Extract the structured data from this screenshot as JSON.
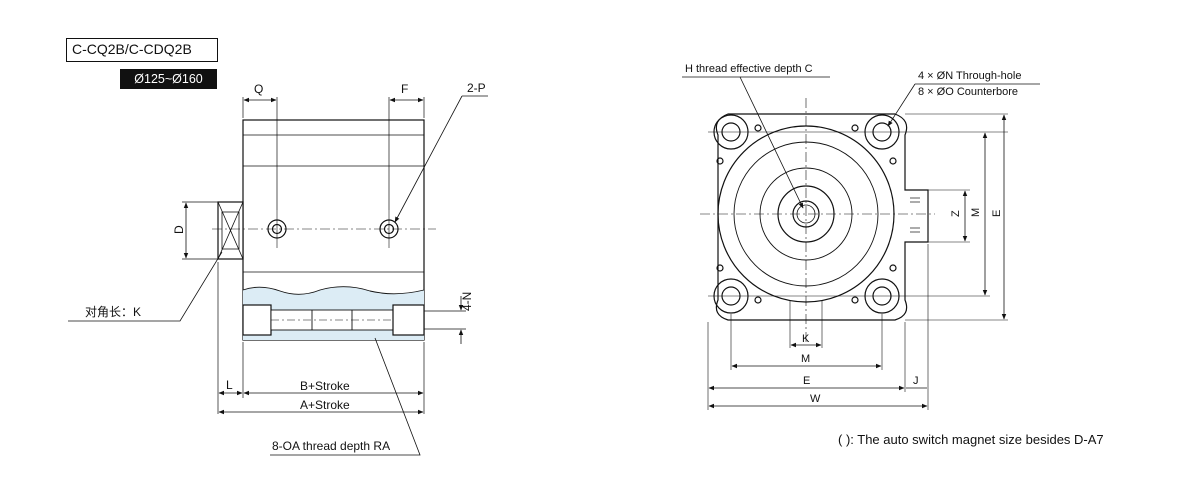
{
  "header": {
    "model": "C-CQ2B/C-CDQ2B",
    "bore_range": "Ø125~Ø160"
  },
  "side_view": {
    "labels": {
      "q": "Q",
      "f": "F",
      "two_p": "2-P",
      "d": "D",
      "four_n": "4-N",
      "diagonal_k": "对角长：K",
      "l": "L",
      "b_stroke": "B+Stroke",
      "a_stroke": "A+Stroke",
      "thread_oa": "8-OA thread depth RA"
    }
  },
  "front_view": {
    "labels": {
      "h_thread": "H thread effective depth C",
      "through_hole": "4 × ØN  Through-hole",
      "counterbore": "8 × ØO  Counterbore",
      "z": "Z",
      "m_right": "M",
      "e_right": "E",
      "k_bottom": "K",
      "m_bottom": "M",
      "e_bottom": "E",
      "j": "J",
      "w": "W"
    }
  },
  "footnote": "( ): The auto switch magnet size besides D-A7",
  "colors": {
    "line": "#111111",
    "magnet_fill": "#dcecf5"
  }
}
